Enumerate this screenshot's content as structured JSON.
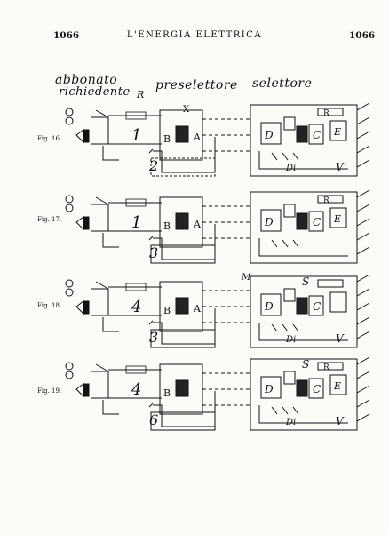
{
  "header": {
    "page_left": "1066",
    "title": "L'ENERGIA ELETTRICA",
    "page_right": "1066"
  },
  "diagram_labels": {
    "abbonato": "abbonato",
    "richiedente": "richiedente",
    "R": "R",
    "preselettore": "preselettore",
    "selettore": "selettore"
  },
  "figures": [
    {
      "label": "Fig. 16.",
      "n1": "1",
      "n2": "2",
      "B": "B",
      "A": "A",
      "X": "X",
      "D": "D",
      "Di": "Di",
      "V": "V",
      "E": "E",
      "C": "C",
      "R": "R"
    },
    {
      "label": "Fig. 17.",
      "n1": "1",
      "n2": "3",
      "B": "B",
      "A": "A",
      "X": "",
      "D": "D",
      "Di": "",
      "V": "",
      "E": "E",
      "C": "C",
      "R": "R"
    },
    {
      "label": "Fig. 18.",
      "n1": "4",
      "n2": "3",
      "B": "B",
      "A": "A",
      "X": "",
      "D": "D",
      "Di": "Di",
      "V": "V",
      "E": "",
      "C": "C",
      "R": "",
      "M": "M",
      "S": "S"
    },
    {
      "label": "Fig. 19.",
      "n1": "4",
      "n2": "6",
      "B": "B",
      "A": "",
      "X": "",
      "D": "D",
      "Di": "Di",
      "V": "V",
      "E": "E",
      "C": "C",
      "R": "R",
      "S": "S"
    }
  ]
}
